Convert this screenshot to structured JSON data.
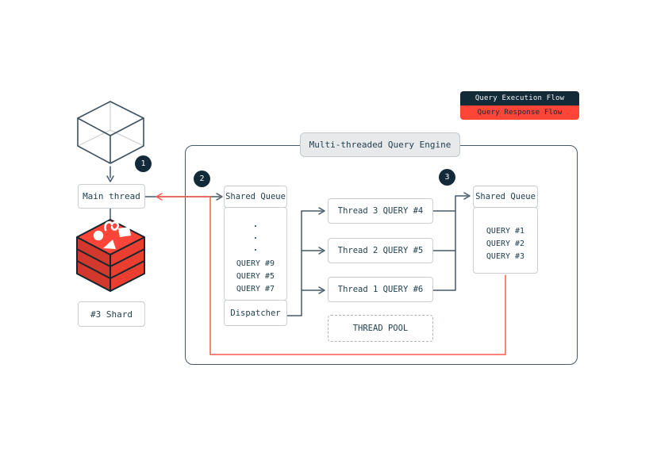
{
  "colors": {
    "redis_red": "#ff4438",
    "response_line_red": "#fb5a4c",
    "dark_navy": "#132b39",
    "slate_stroke": "#45596b",
    "light_border": "#c9ced3",
    "title_fill": "#e7e9ea"
  },
  "legend": {
    "execution_label": "Query Execution Flow",
    "response_label": "Query Response Flow"
  },
  "badges": {
    "step1": "1",
    "step2": "2",
    "step3": "3"
  },
  "client": {
    "main_thread_label": "Main thread",
    "shard_label": "#3 Shard"
  },
  "engine": {
    "title": "Multi-threaded Query Engine",
    "thread_pool_label": "THREAD POOL"
  },
  "input_queue": {
    "title": "Shared Queue",
    "dots": [
      ".",
      ".",
      "."
    ],
    "items": [
      "QUERY #9",
      "QUERY #5",
      "QUERY #7"
    ],
    "dispatcher_label": "Dispatcher"
  },
  "threads": [
    {
      "label": "Thread 3 QUERY #4"
    },
    {
      "label": "Thread 2 QUERY #5"
    },
    {
      "label": "Thread 1 QUERY #6"
    }
  ],
  "output_queue": {
    "title": "Shared Queue",
    "items": [
      "QUERY #1",
      "QUERY #2",
      "QUERY #3"
    ]
  }
}
